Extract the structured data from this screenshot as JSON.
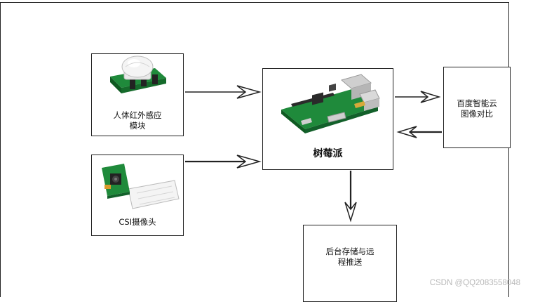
{
  "nodes": {
    "pir_sensor": {
      "label_line1": "人体红外感应",
      "label_line2": "模块",
      "icon": "pir-motion-sensor-icon"
    },
    "csi_camera": {
      "label": "CSI摄像头",
      "icon": "camera-module-icon"
    },
    "raspberry_pi": {
      "label": "树莓派",
      "icon": "raspberry-pi-board-icon"
    },
    "baidu_cloud": {
      "label_line1": "百度智能云",
      "label_line2": "图像对比"
    },
    "backend": {
      "label_line1": "后台存储与远",
      "label_line2": "程推送"
    }
  },
  "watermark": "CSDN @QQ2083558048"
}
